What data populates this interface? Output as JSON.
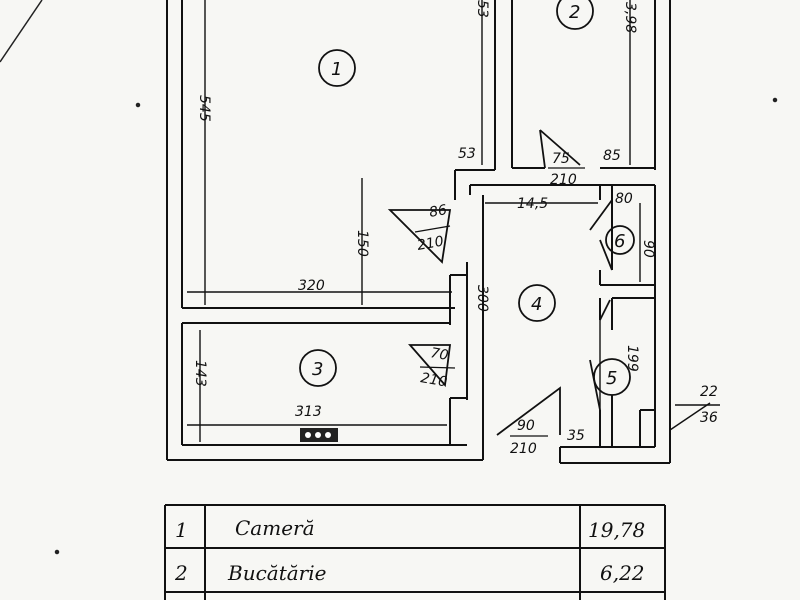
{
  "plan": {
    "rooms": [
      {
        "no": "1"
      },
      {
        "no": "2"
      },
      {
        "no": "3"
      },
      {
        "no": "4"
      },
      {
        "no": "5"
      },
      {
        "no": "6"
      }
    ],
    "dims": {
      "d545": "545",
      "d53_top": "53",
      "d398": "3,98",
      "d53": "53",
      "d85": "85",
      "d75": "75",
      "d210_a": "210",
      "d145": "14,5",
      "d80": "80",
      "d86": "86",
      "d210_b": "210",
      "d90": "90",
      "d150": "150",
      "d320": "320",
      "d300": "300",
      "d70": "70",
      "d210_c": "210",
      "d199": "199",
      "d143": "143",
      "d313": "313",
      "d90_b": "90",
      "d210_d": "210",
      "d35": "35",
      "d22": "22",
      "d36": "36"
    },
    "legend": [
      {
        "no": "1",
        "name": "Cameră",
        "area": "19,78"
      },
      {
        "no": "2",
        "name": "Bucătărie",
        "area": "6,22"
      }
    ]
  }
}
